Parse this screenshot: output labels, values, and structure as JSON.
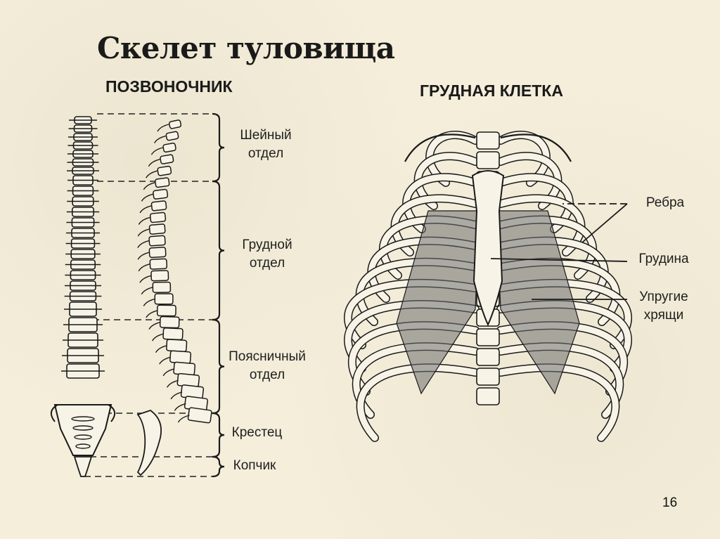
{
  "slide": {
    "title": "Скелет туловища",
    "page_number": "16"
  },
  "spine": {
    "heading": "ПОЗВОНОЧНИК",
    "sections": [
      {
        "line1": "Шейный",
        "line2": "отдел"
      },
      {
        "line1": "Грудной",
        "line2": "отдел"
      },
      {
        "line1": "Поясничный",
        "line2": "отдел"
      },
      {
        "line1": "Крестец",
        "line2": ""
      },
      {
        "line1": "Копчик",
        "line2": ""
      }
    ]
  },
  "ribcage": {
    "heading": "ГРУДНАЯ КЛЕТКА",
    "labels": {
      "ribs": "Ребра",
      "sternum": "Грудина",
      "cartilage_line1": "Упругие",
      "cartilage_line2": "хрящи"
    }
  },
  "colors": {
    "paper": "#f4eedb",
    "ink": "#1a1a1a",
    "bone": "#f7f3e6",
    "shade": "#6e6e6e"
  }
}
